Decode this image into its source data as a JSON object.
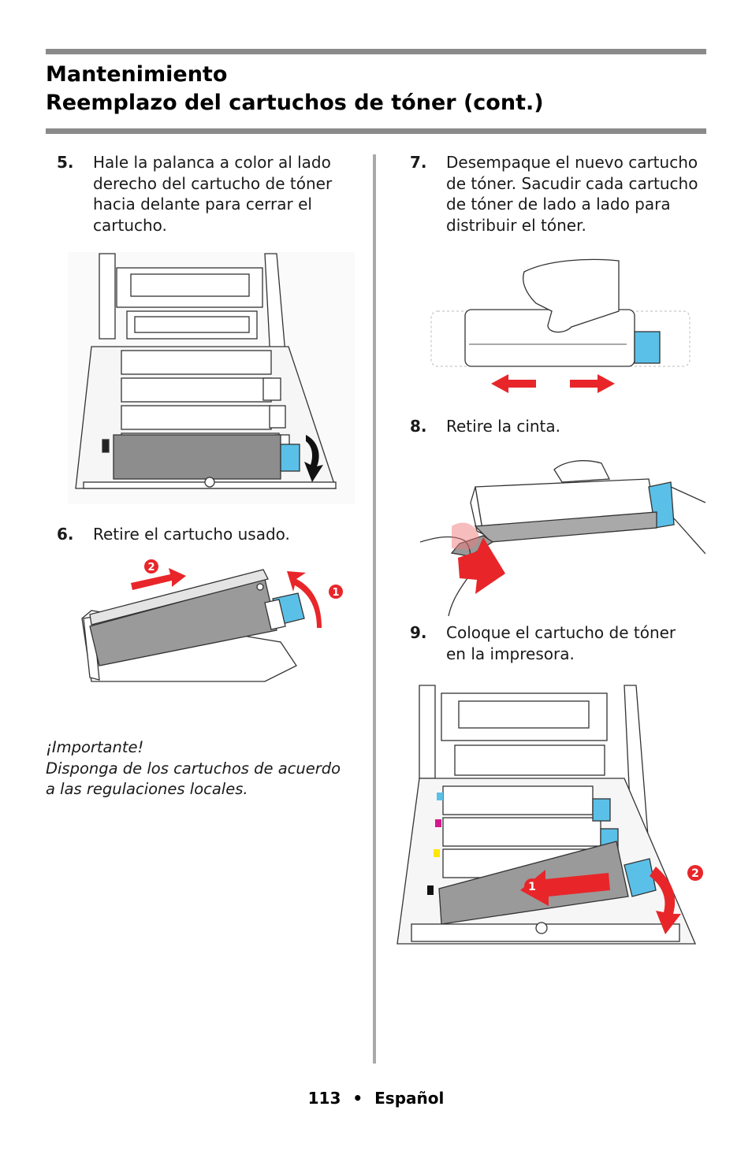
{
  "header": {
    "title_line1": "Mantenimiento",
    "title_line2": "Reemplazo del cartuchos de tóner (cont.)"
  },
  "steps": [
    {
      "number": "5.",
      "lines": [
        "Hale la palanca a color al lado",
        "derecho del cartucho de tóner",
        "hacia delante para cerrar el",
        "cartucho."
      ]
    },
    {
      "number": "6.",
      "lines": [
        "Retire el cartucho usado."
      ]
    },
    {
      "number": "7.",
      "lines": [
        "Desempaque el nuevo cartucho",
        "de tóner. Sacudir cada cartucho",
        "de tóner de lado a lado para",
        "distribuir el tóner."
      ]
    },
    {
      "number": "8.",
      "lines": [
        "Retire la cinta."
      ]
    },
    {
      "number": "9.",
      "lines": [
        "Coloque el cartucho de tóner",
        "en la impresora."
      ]
    }
  ],
  "note": {
    "heading": "¡Importante!",
    "line1": "Disponga de los cartuchos de acuerdo",
    "line2": "a las regulaciones locales."
  },
  "callouts": {
    "one": "1",
    "two": "2"
  },
  "footer": {
    "page_number": "113",
    "bullet": "•",
    "language": "Español"
  },
  "colors": {
    "rule": "#8a8a8a",
    "divider": "#a9a9a9",
    "toner_cyan": "#5bc0e8",
    "arrow_red": "#e8262a",
    "magenta": "#d6178f",
    "yellow": "#ffe600"
  }
}
